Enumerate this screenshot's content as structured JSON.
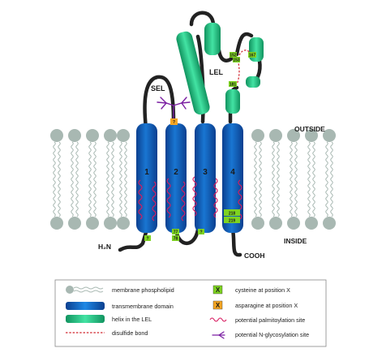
{
  "labels": {
    "sel": "SEL",
    "lel": "LEL",
    "outside": "OUTSIDE",
    "inside": "INSIDE",
    "n_term": "H₂N",
    "c_term": "COOH"
  },
  "helices": [
    "1",
    "2",
    "3",
    "4"
  ],
  "cysteines": [
    {
      "id": "c-tm1",
      "label": "?"
    },
    {
      "id": "c-tm2a",
      "label": "77"
    },
    {
      "id": "c-tm2b",
      "label": "78"
    },
    {
      "id": "c-tm3",
      "label": "?"
    },
    {
      "id": "c-lel-1",
      "label": "152"
    },
    {
      "id": "c-lel-2",
      "label": "153"
    },
    {
      "id": "c-lel-3",
      "label": "167"
    },
    {
      "id": "c-lel-4",
      "label": "181"
    },
    {
      "id": "c-tm4a",
      "label": "218"
    },
    {
      "id": "c-tm4b",
      "label": "219"
    }
  ],
  "asparagines": [
    {
      "id": "n-sel",
      "label": "?"
    }
  ],
  "legend": {
    "items": [
      {
        "id": "membrane",
        "text": "membrane phospholipid"
      },
      {
        "id": "tm",
        "text": "transmembrane domain"
      },
      {
        "id": "helix",
        "text": "helix in the LEL"
      },
      {
        "id": "disulfide",
        "text": "disulfide bond"
      },
      {
        "id": "cys",
        "text": "cysteine at position X",
        "badge": "X"
      },
      {
        "id": "asn",
        "text": "asparagine at position X",
        "badge": "X"
      },
      {
        "id": "palm",
        "text": "potential palmitoylation site"
      },
      {
        "id": "glyc",
        "text": "potential N-glycosylation site"
      }
    ]
  },
  "colors": {
    "lipid": "#a8b8b2",
    "tm_dark": "#0d47a1",
    "tm_light": "#1e88e5",
    "helix_dark": "#1aa06a",
    "helix_light": "#3fe0a0",
    "cys_green": "#7ed321",
    "asn_orange": "#f5a623",
    "palm": "#d81b60",
    "glyc": "#7b1fa2",
    "loop": "#222222"
  }
}
